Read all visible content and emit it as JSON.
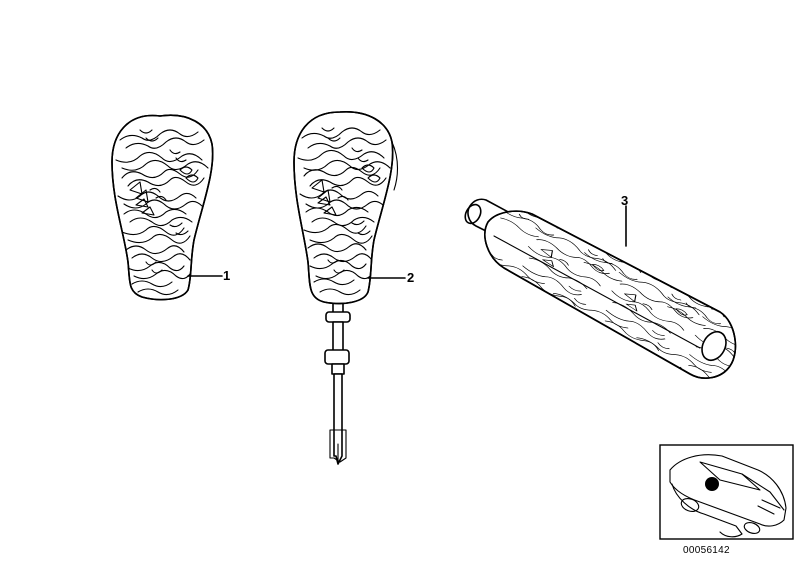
{
  "callouts": [
    {
      "number": "1",
      "part": "gear-knob"
    },
    {
      "number": "2",
      "part": "gear-knob-with-shaft"
    },
    {
      "number": "3",
      "part": "handle-grip"
    }
  ],
  "diagram_id": "00056142",
  "colors": {
    "ink": "#000000",
    "background": "#ffffff",
    "highlight-dot": "#000000"
  }
}
